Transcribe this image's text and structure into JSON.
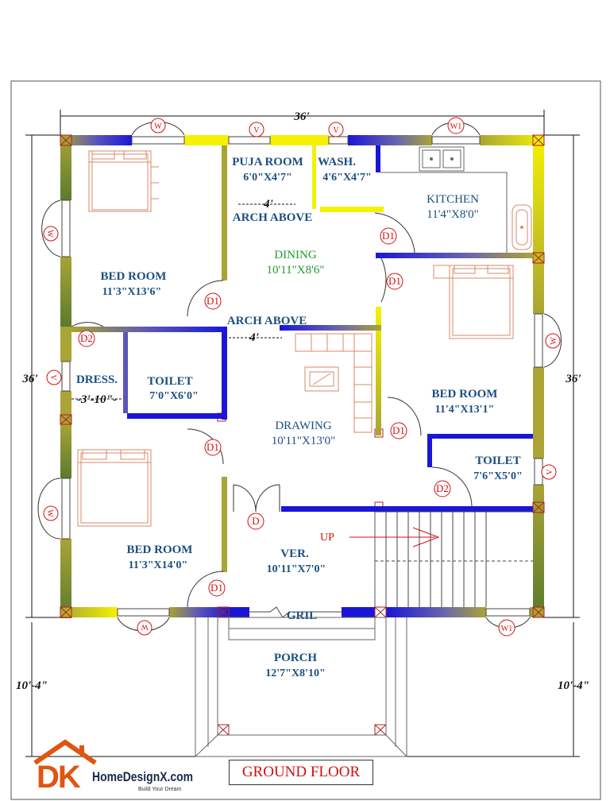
{
  "overall_dimensions": {
    "width_top": "36'",
    "height_left": "36'",
    "height_right": "36'",
    "porch_left": "10'-4\"",
    "porch_right": "10'-4\"",
    "arch_width_1": "4'",
    "arch_width_2": "4'",
    "dress_width": "-3'-10\"-"
  },
  "rooms": {
    "puja": {
      "name": "PUJA ROOM",
      "size": "6'0\"X4'7\""
    },
    "wash": {
      "name": "WASH.",
      "size": "4'6\"X4'7\""
    },
    "kitchen": {
      "name": "KITCHEN",
      "size": "11'4\"X8'0\""
    },
    "dining": {
      "name": "DINING",
      "size": "10'11\"X8'6\""
    },
    "bed_top_left": {
      "name": "BED ROOM",
      "size": "11'3\"X13'6\""
    },
    "bed_right": {
      "name": "BED ROOM",
      "size": "11'4\"X13'1\""
    },
    "dress": {
      "name": "DRESS."
    },
    "toilet_left": {
      "name": "TOILET",
      "size": "7'0\"X6'0\""
    },
    "drawing": {
      "name": "DRAWING",
      "size": "10'11\"X13'0\""
    },
    "toilet_right": {
      "name": "TOILET",
      "size": "7'6\"X5'0\""
    },
    "bed_bottom_left": {
      "name": "BED ROOM",
      "size": "11'3\"X14'0\""
    },
    "verandah": {
      "name": "VER.",
      "size": "10'11\"X7'0\""
    },
    "porch": {
      "name": "PORCH",
      "size": "12'7\"X8'10\""
    }
  },
  "annotations": {
    "arch_above_1": "ARCH ABOVE",
    "arch_above_2": "ARCH ABOVE",
    "gril": "GRIL",
    "up": "UP"
  },
  "doors": {
    "d1": "D1",
    "d2": "D2",
    "d": "D"
  },
  "windows": {
    "w": "W",
    "w1": "W1",
    "v": "V"
  },
  "logo": {
    "letters": "DK",
    "brand": "HomeDesignX.com",
    "tagline": "Build Your Dream"
  },
  "floor_title": "GROUND FLOOR",
  "colors": {
    "wall_yellow": "#f4f200",
    "wall_olive": "#a9a435",
    "wall_blue": "#1a16d8",
    "label_blue": "#1b4f80",
    "door_red": "#d01010",
    "furniture": "#d88a6a",
    "logo_orange": "#e05512"
  }
}
